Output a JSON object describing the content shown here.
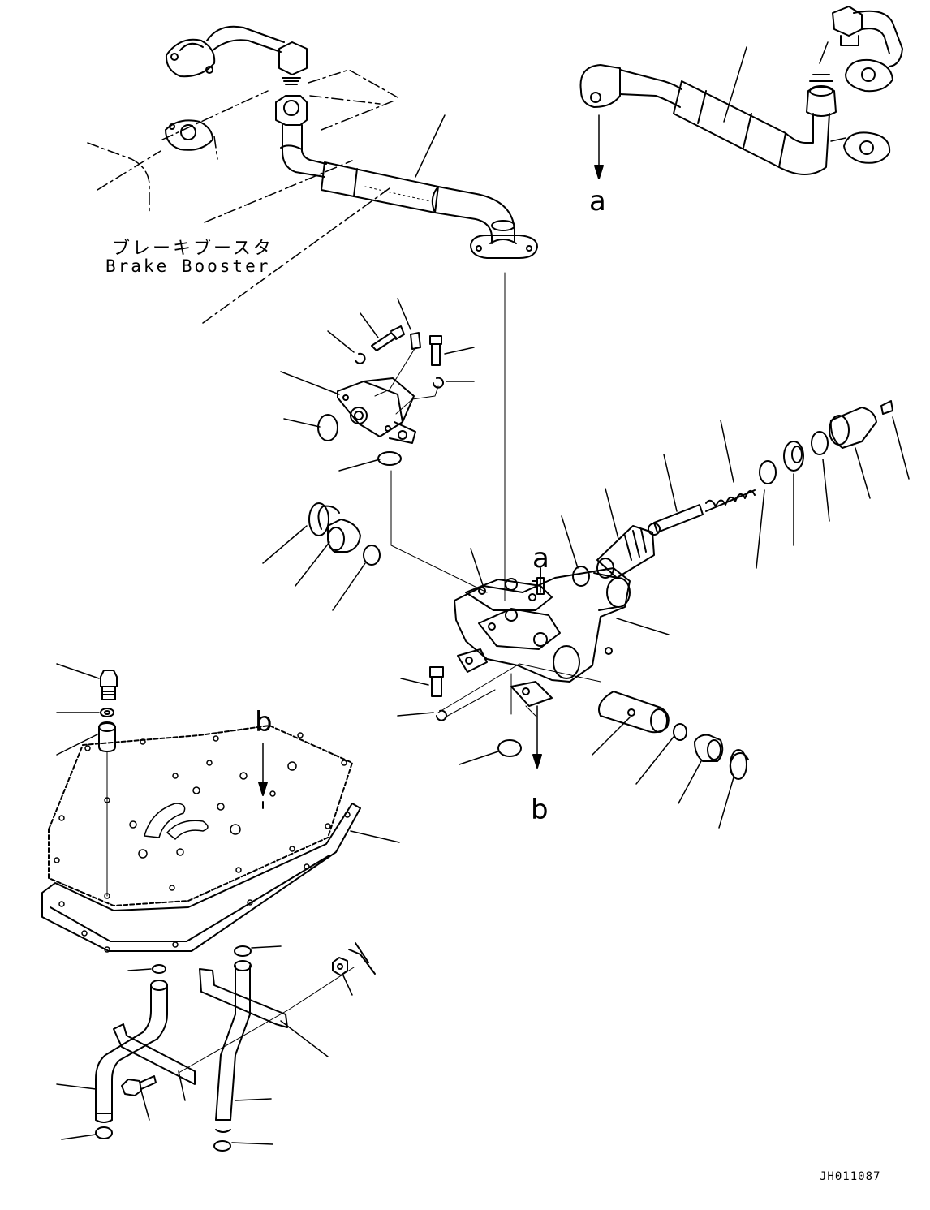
{
  "callout": {
    "jp": "ブレーキブースタ",
    "en": "Brake Booster"
  },
  "markers": {
    "a_top": "a",
    "a_mid": "a",
    "b_mid": "b",
    "b_bottom": "b"
  },
  "drawing_code": "JH011087"
}
